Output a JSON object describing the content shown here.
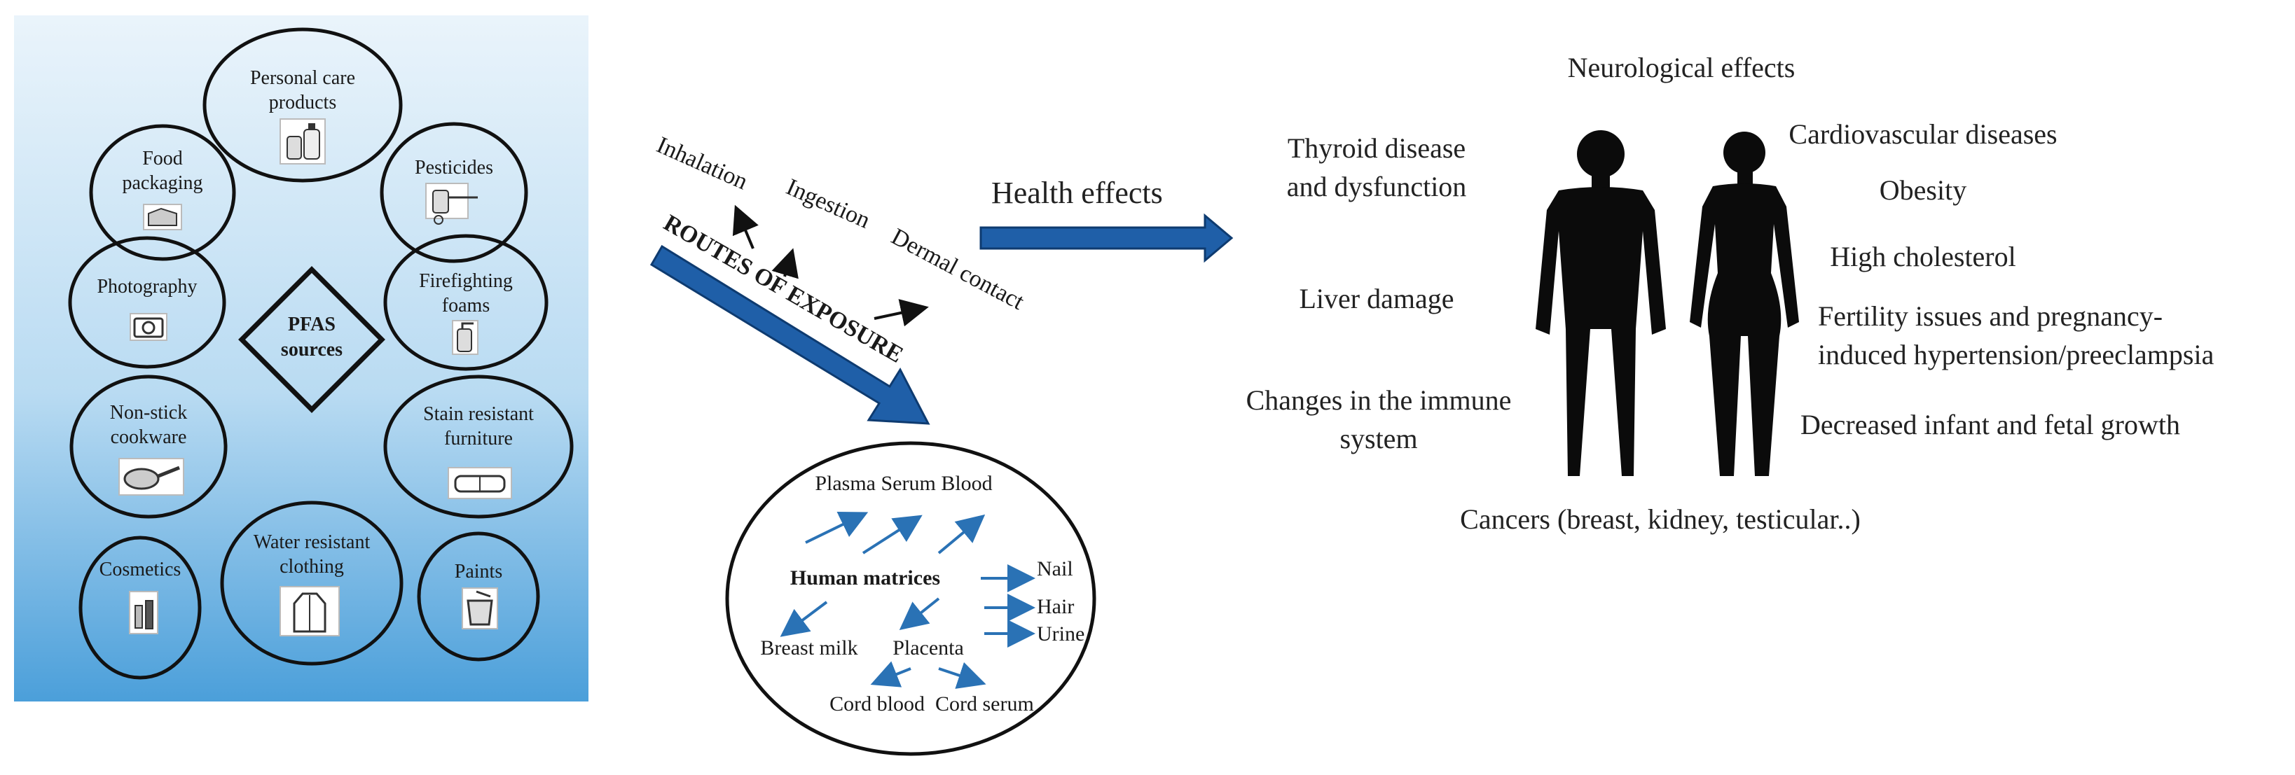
{
  "sources": {
    "center_label_line1": "PFAS",
    "center_label_line2": "sources",
    "items": [
      {
        "id": "personal-care",
        "line1": "Personal care",
        "line2": "products",
        "icon": "lotion-bottles-icon"
      },
      {
        "id": "food-packaging",
        "line1": "Food",
        "line2": "packaging",
        "icon": "food-box-icon"
      },
      {
        "id": "pesticides",
        "line1": "Pesticides",
        "line2": "",
        "icon": "sprayer-icon"
      },
      {
        "id": "photography",
        "line1": "Photography",
        "line2": "",
        "icon": "camera-icon"
      },
      {
        "id": "firefighting",
        "line1": "Firefighting",
        "line2": "foams",
        "icon": "extinguisher-icon"
      },
      {
        "id": "non-stick",
        "line1": "Non-stick",
        "line2": "cookware",
        "icon": "frying-pan-icon"
      },
      {
        "id": "stain-resistant",
        "line1": "Stain resistant",
        "line2": "furniture",
        "icon": "sofa-icon"
      },
      {
        "id": "cosmetics",
        "line1": "Cosmetics",
        "line2": "",
        "icon": "makeup-icon"
      },
      {
        "id": "water-resistant",
        "line1": "Water resistant",
        "line2": "clothing",
        "icon": "jacket-icon"
      },
      {
        "id": "paints",
        "line1": "Paints",
        "line2": "",
        "icon": "paint-bucket-icon"
      }
    ]
  },
  "routes": {
    "title": "ROUTES OF EXPOSURE",
    "inhalation": "Inhalation",
    "ingestion": "Ingestion",
    "dermal": "Dermal contact"
  },
  "matrices": {
    "top": "Plasma Serum Blood",
    "center": "Human matrices",
    "nail": "Nail",
    "hair": "Hair",
    "urine": "Urine",
    "breast_milk": "Breast milk",
    "placenta": "Placenta",
    "cord": "Cord blood  Cord serum"
  },
  "health": {
    "title": "Health effects",
    "neurological": "Neurological effects",
    "thyroid_line1": "Thyroid disease",
    "thyroid_line2": "and dysfunction",
    "liver": "Liver damage",
    "immune_line1": "Changes in the immune",
    "immune_line2": "system",
    "cardio": "Cardiovascular diseases",
    "obesity": "Obesity",
    "cholesterol": "High cholesterol",
    "fertility_line1": "Fertility issues and pregnancy-",
    "fertility_line2": "induced hypertension/preeclampsia",
    "infant": "Decreased infant and fetal growth",
    "cancers": "Cancers (breast, kidney, testicular..)"
  },
  "colors": {
    "panel_top": "#e3f0fa",
    "panel_bottom": "#4ea3dc",
    "arrow_blue": "#1f5fa8",
    "arrow_small": "#2a72b5",
    "silhouette": "#0b0b0b"
  }
}
